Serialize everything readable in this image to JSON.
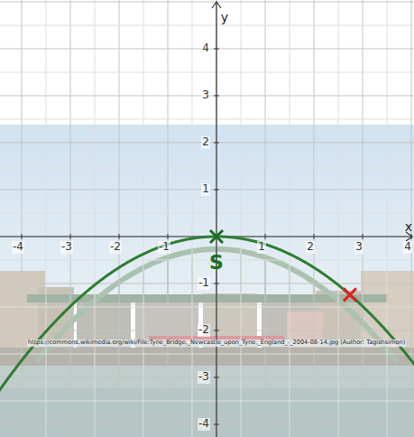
{
  "diagram": {
    "labels": [
      "x",
      "y",
      "-4",
      "-3",
      "-2",
      "-1",
      "1",
      "2",
      "3",
      "4",
      "4",
      "3",
      "2",
      "1",
      "-1",
      "-2",
      "-3",
      "-4",
      "S",
      "https://commons.wikimedia.org/wiki/File:Tyne_Bridge,_Newcastle_upon_Tyne,_England_-_2004-08-14.jpg (Author: Tagishsimon)"
    ]
  }
}
